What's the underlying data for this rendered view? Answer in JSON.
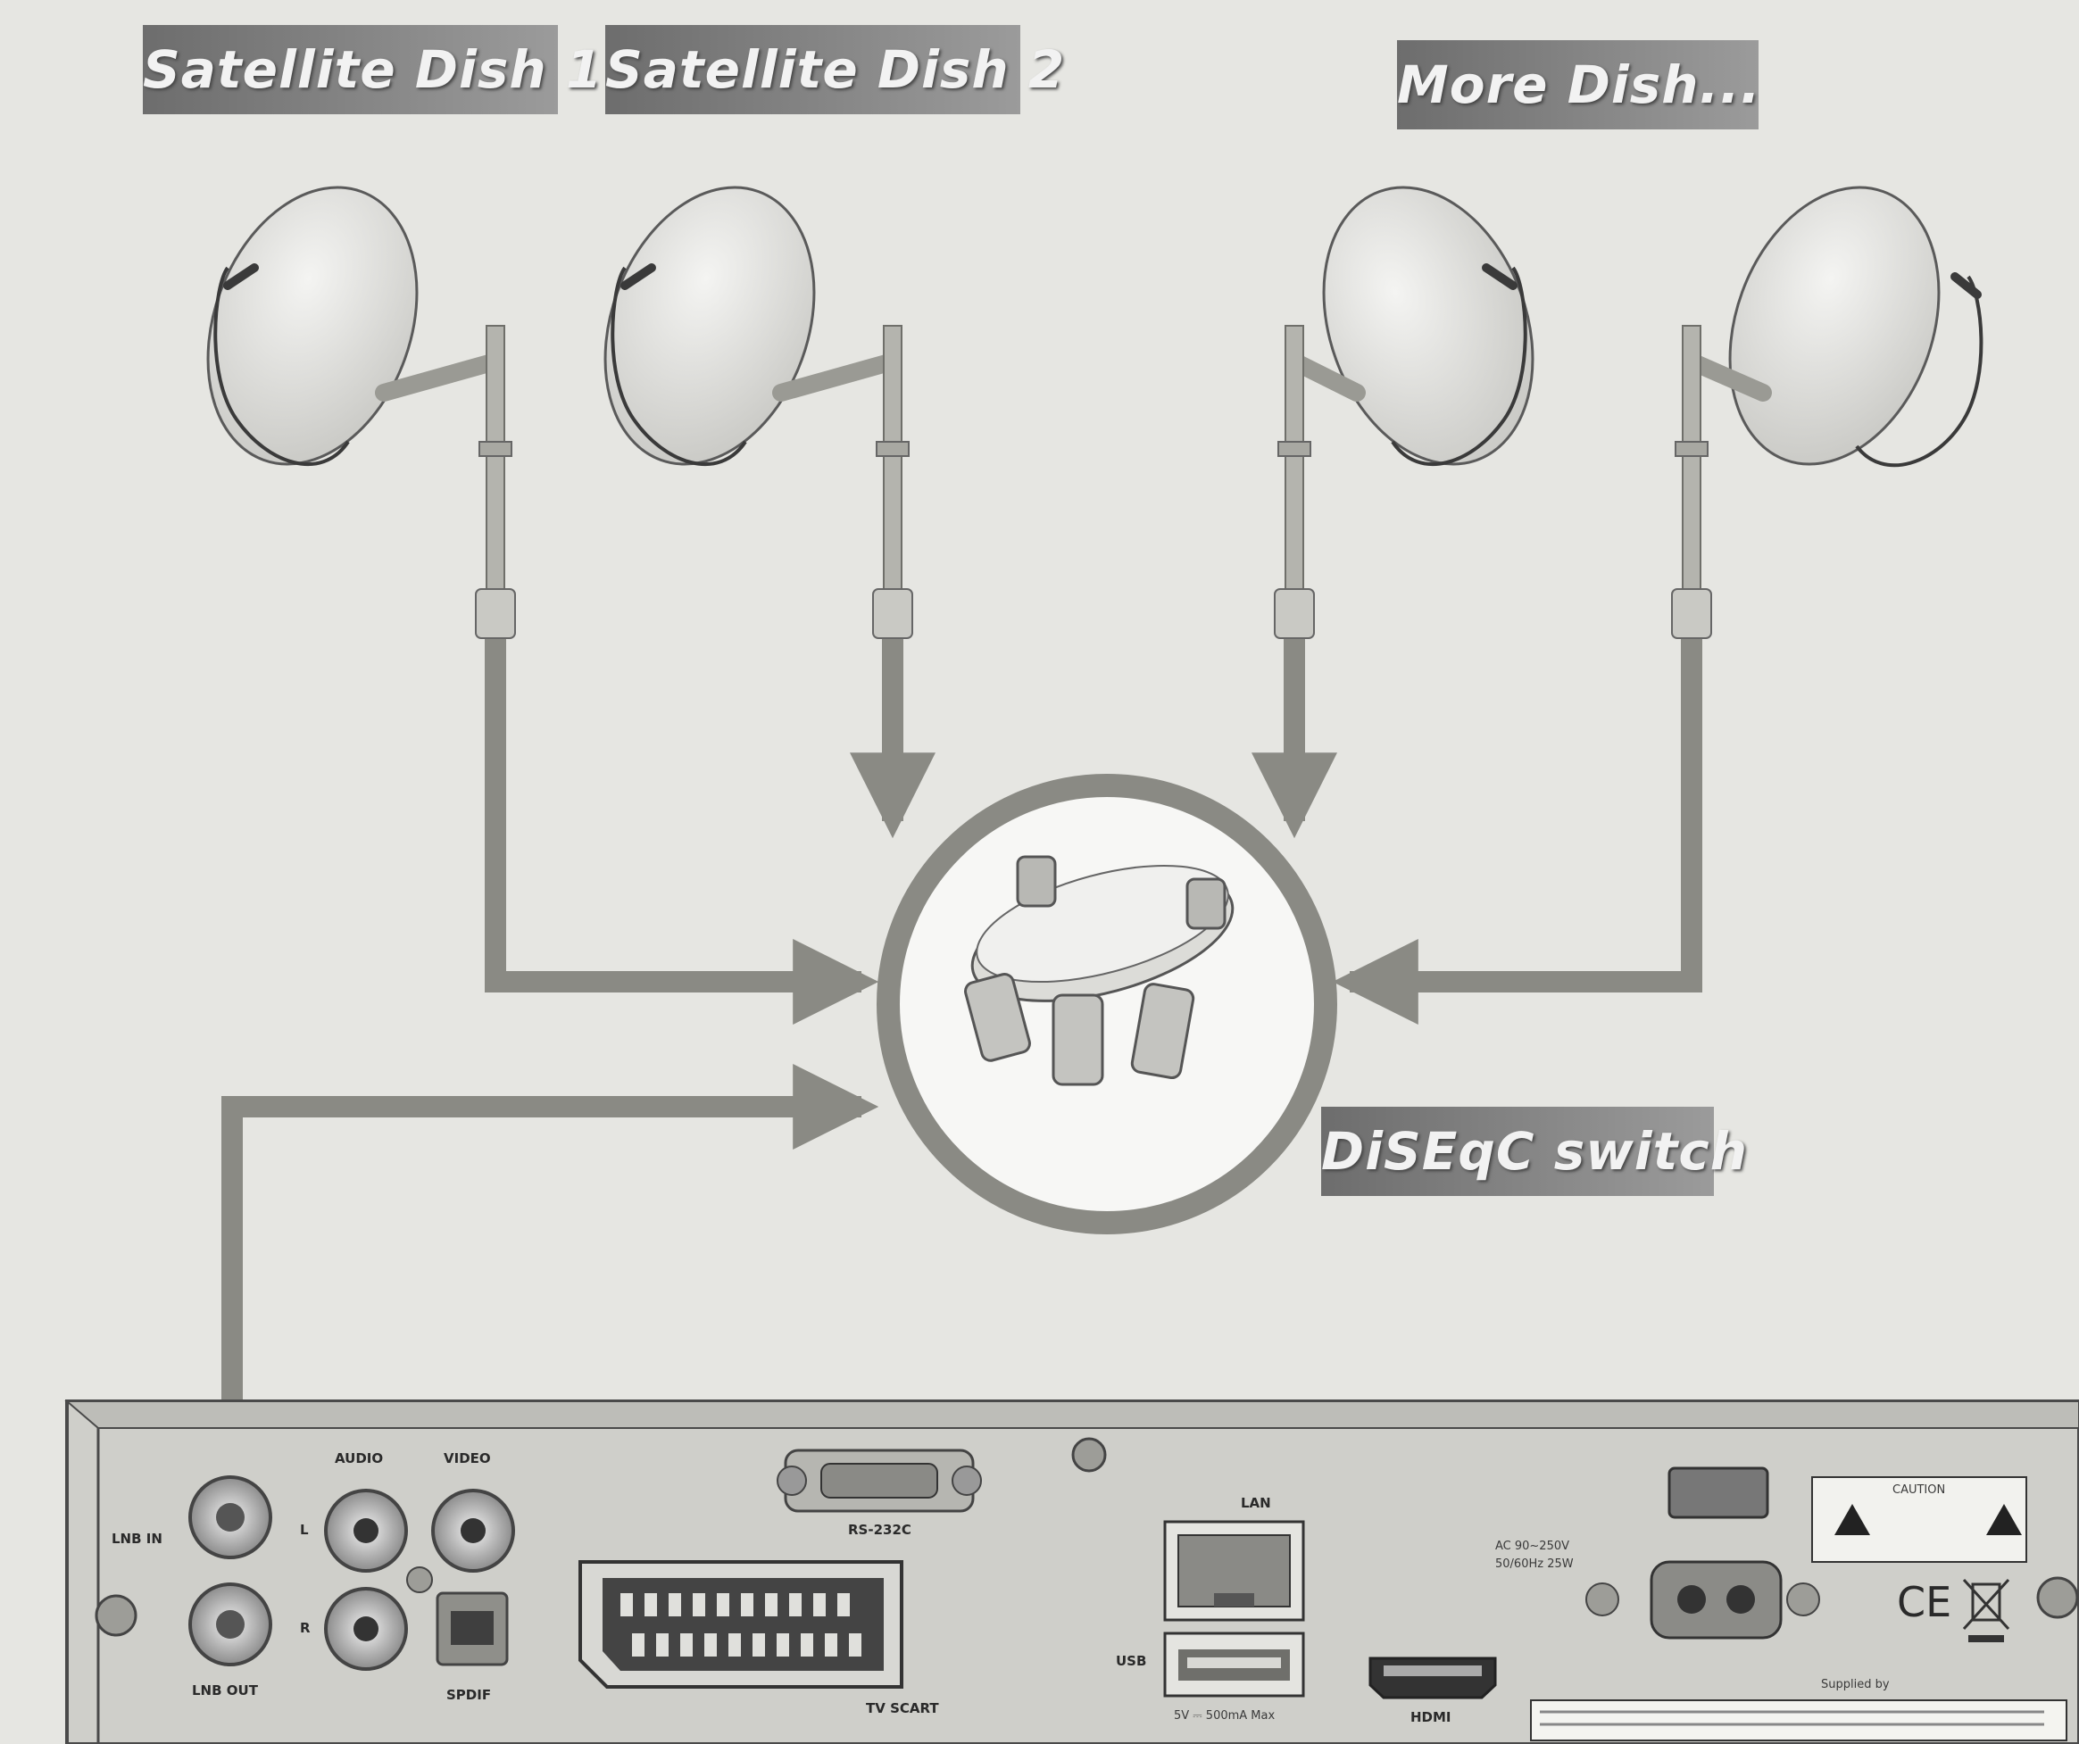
{
  "labels": {
    "dish1": "Satellite Dish 1",
    "dish2": "Satellite Dish 2",
    "more": "More Dish...",
    "switch": "DiSEqC switch"
  },
  "receiver": {
    "lnb_in": "LNB IN",
    "lnb_out": "LNB OUT",
    "audio": "AUDIO",
    "video": "VIDEO",
    "audio_left": "L",
    "audio_right": "R",
    "spdif": "SPDIF",
    "tv_scart": "TV SCART",
    "rs232": "RS-232C",
    "lan": "LAN",
    "usb": "USB",
    "usb_rating": "5V ⎓ 500mA Max",
    "hdmi": "HDMI",
    "power_rating_1": "AC 90~250V",
    "power_rating_2": "50/60Hz 25W",
    "caution": "CAUTION",
    "ce_mark": "CE",
    "supplied_by": "Supplied by"
  },
  "colors": {
    "background": "#e6e6e2",
    "cable": "#8a8a84",
    "label_box": "#7f7f7f",
    "panel": "#d0d0cb"
  }
}
